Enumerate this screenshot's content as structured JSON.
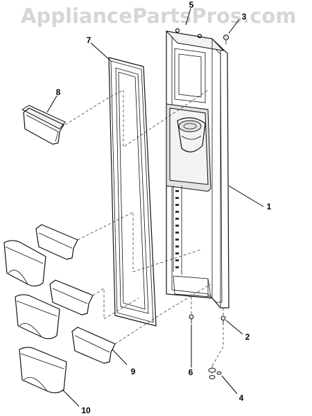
{
  "watermark": "AppliancePartsPros.com",
  "callouts": {
    "c1": "1",
    "c2": "2",
    "c3": "3",
    "c4": "4",
    "c5": "5",
    "c6": "6",
    "c7": "7",
    "c8": "8",
    "c9": "9",
    "c10": "10"
  }
}
